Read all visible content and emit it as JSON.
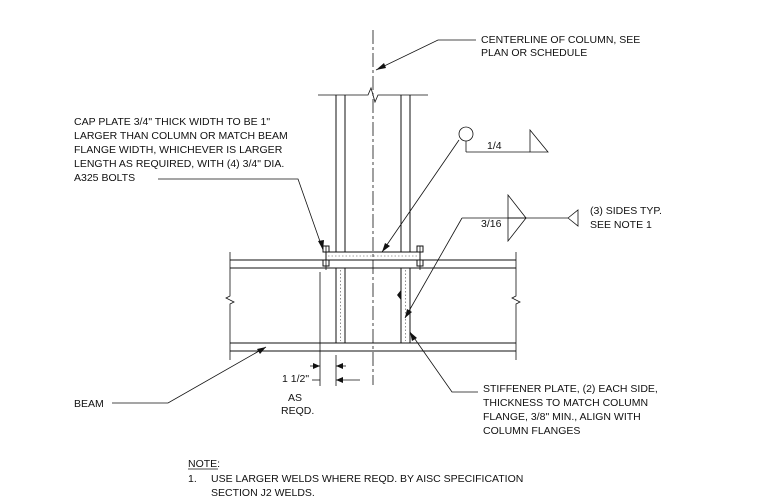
{
  "callouts": {
    "centerline": [
      "CENTERLINE OF COLUMN, SEE",
      "PLAN OR SCHEDULE"
    ],
    "cap_plate": [
      "CAP PLATE 3/4\" THICK WIDTH TO BE 1\"",
      "LARGER THAN COLUMN OR MATCH BEAM",
      "FLANGE WIDTH, WHICHEVER IS LARGER",
      "LENGTH AS REQUIRED, WITH (4) 3/4\" DIA.",
      "A325 BOLTS"
    ],
    "weld_top": "1/4",
    "weld_stiffener": "3/16",
    "sides_typ": [
      "(3) SIDES TYP.",
      "SEE NOTE 1"
    ],
    "stiffener": [
      "STIFFENER PLATE, (2) EACH SIDE,",
      "THICKNESS TO MATCH COLUMN",
      "FLANGE, 3/8\" MIN., ALIGN WITH",
      "COLUMN FLANGES"
    ],
    "beam": "BEAM",
    "dim_edge": "1 1/2\"",
    "as_reqd": [
      "AS",
      "REQD."
    ]
  },
  "notes": {
    "heading": "NOTE:",
    "items": [
      {
        "num": "1.",
        "lines": [
          "USE LARGER WELDS WHERE REQD. BY AISC SPECIFICATION",
          "SECTION J2 WELDS."
        ]
      }
    ]
  }
}
